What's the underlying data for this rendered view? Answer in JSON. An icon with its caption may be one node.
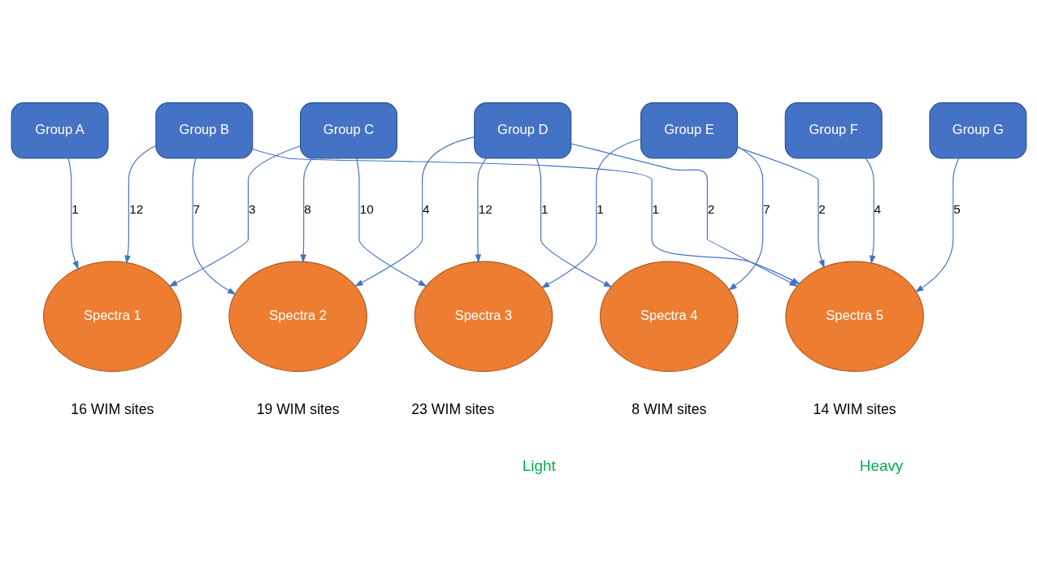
{
  "diagram": {
    "nodes": [
      {
        "text": [
          "Group A"
        ]
      },
      {
        "text": [
          "Group B"
        ]
      },
      {
        "text": [
          "Group C"
        ]
      },
      {
        "text": [
          "Group D"
        ]
      },
      {
        "text": [
          "Group E"
        ]
      },
      {
        "text": [
          "Group F"
        ]
      },
      {
        "text": [
          "Group G"
        ]
      },
      {
        "text": [
          "Spectra 1"
        ],
        "beside": [
          "16 WIM sites"
        ]
      },
      {
        "text": [
          "Spectra 2"
        ],
        "beside": [
          "19 WIM sites"
        ]
      },
      {
        "text": [
          "Spectra 3"
        ],
        "beside": [
          "23 WIM sites"
        ]
      },
      {
        "text": [
          "Spectra 4"
        ],
        "beside": [
          "8 WIM sites"
        ]
      },
      {
        "text": [
          "Spectra 5"
        ],
        "beside": [
          "14 WIM sites"
        ]
      }
    ],
    "edges": [
      {
        "from": 0,
        "to": 7,
        "arrow": "to",
        "label": "1"
      },
      {
        "from": 1,
        "to": 7,
        "arrow": "to",
        "label": "12"
      },
      {
        "from": 1,
        "to": 8,
        "arrow": "to",
        "label": "7"
      },
      {
        "from": 1,
        "to": 11,
        "arrow": "to",
        "label": "1"
      },
      {
        "from": 2,
        "to": 7,
        "arrow": "to",
        "label": "3"
      },
      {
        "from": 2,
        "to": 8,
        "arrow": "to",
        "label": "8"
      },
      {
        "from": 2,
        "to": 9,
        "arrow": "to",
        "label": "10"
      },
      {
        "from": 3,
        "to": 8,
        "arrow": "to",
        "label": "4"
      },
      {
        "from": 3,
        "to": 9,
        "arrow": "to",
        "label": "12"
      },
      {
        "from": 3,
        "to": 10,
        "arrow": "to",
        "label": "1"
      },
      {
        "from": 3,
        "to": 11,
        "arrow": "to",
        "label": "2"
      },
      {
        "from": 4,
        "to": 9,
        "arrow": "to",
        "label": "1"
      },
      {
        "from": 4,
        "to": 10,
        "arrow": "to",
        "label": "7"
      },
      {
        "from": 4,
        "to": 11,
        "arrow": "to",
        "label": "2"
      },
      {
        "from": 5,
        "to": 11,
        "arrow": "to",
        "label": "4"
      },
      {
        "from": 6,
        "to": 11,
        "arrow": "to",
        "label": "5"
      }
    ],
    "labels": [
      "Light",
      "Heavy"
    ]
  }
}
